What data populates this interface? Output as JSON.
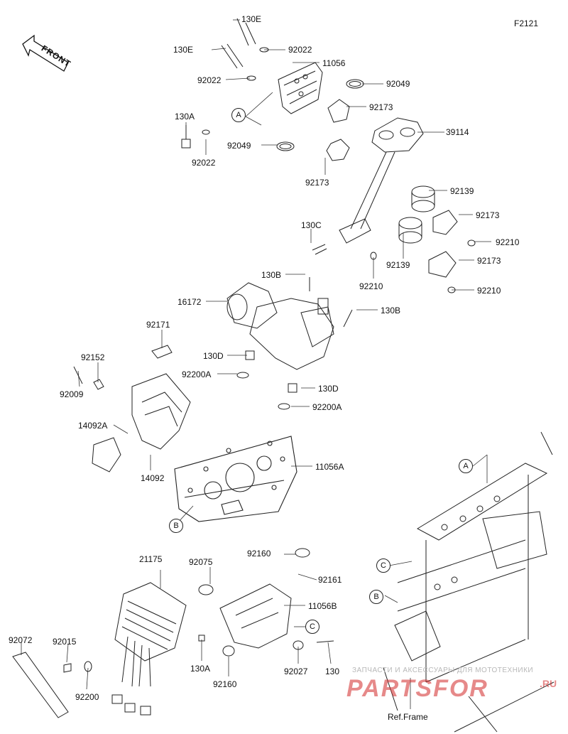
{
  "figure": {
    "code": "F2121",
    "front_label": "FRONT",
    "ref_frame": "Ref.Frame"
  },
  "refs": {
    "A_upper": "A",
    "A_frame": "A",
    "B_plate": "B",
    "B_frame": "B",
    "C_bracket": "C",
    "C_frame": "C"
  },
  "parts": {
    "p130E_top": "130E",
    "p130E_left": "130E",
    "p92022_top": "92022",
    "p11056": "11056",
    "p92022_mid": "92022",
    "p92049_top": "92049",
    "p130A_top": "130A",
    "p92173_top": "92173",
    "p39114": "39114",
    "p92022_low": "92022",
    "p92049_low": "92049",
    "p92173_mid": "92173",
    "p92139_top": "92139",
    "p92173_r1": "92173",
    "p130C": "130C",
    "p92210_r1": "92210",
    "p92139_low": "92139",
    "p92173_r2": "92173",
    "p92210_mid": "92210",
    "p92210_r2": "92210",
    "p130B_left": "130B",
    "p16172": "16172",
    "p130B_right": "130B",
    "p92171": "92171",
    "p92152": "92152",
    "p130D_top": "130D",
    "p92200A_left": "92200A",
    "p92009": "92009",
    "p130D_low": "130D",
    "p92200A_right": "92200A",
    "p14092A": "14092A",
    "p11056A": "11056A",
    "p14092": "14092",
    "p21175": "21175",
    "p92160_top": "92160",
    "p92075": "92075",
    "p92161": "92161",
    "p11056B": "11056B",
    "p92072": "92072",
    "p92015": "92015",
    "p130A_low": "130A",
    "p92027": "92027",
    "p130_low": "130",
    "p92200": "92200",
    "p92160_low": "92160"
  },
  "watermark": {
    "line1": "ЗАПЧАСТИ И АКСЕССУАРЫ ДЛЯ МОТОТЕХНИКИ",
    "brand": "PARTSFOR",
    "tld": ".RU"
  }
}
